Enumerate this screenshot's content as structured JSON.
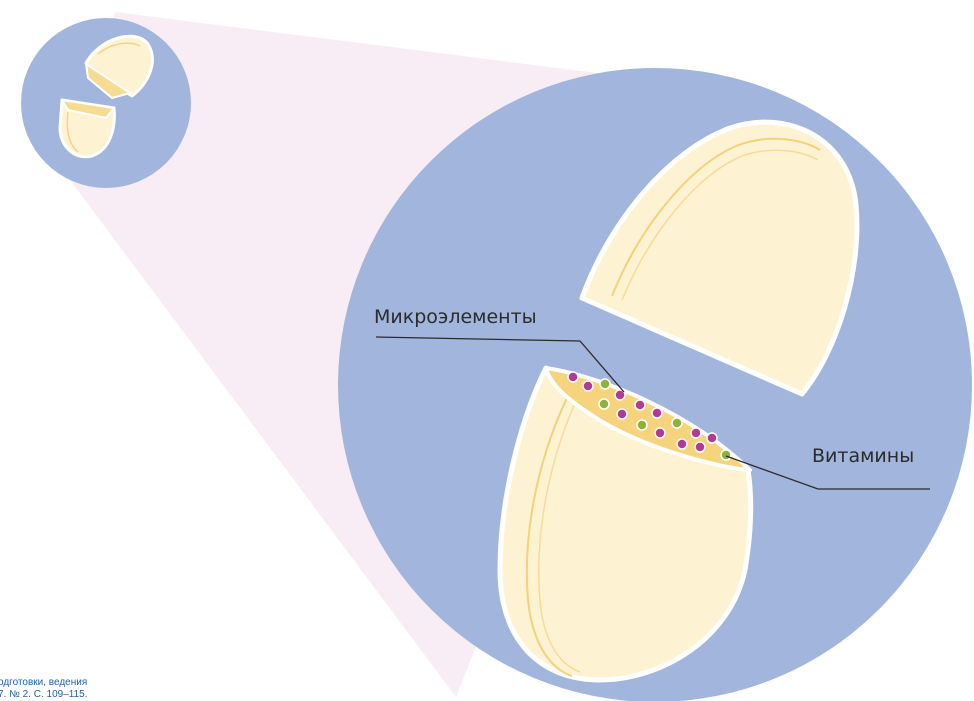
{
  "labels": {
    "microelements": "Микроэлементы",
    "vitamins": "Витамины"
  },
  "footnote": {
    "line1": "одготовки, ведения",
    "line2": "7. № 2. С. 109–115."
  },
  "colors": {
    "circle_fill": "#a1b5dd",
    "cone_fill": "#f8edf4",
    "tablet_fill": "#fdf3d3",
    "tablet_edge": "#f6dc93",
    "tablet_outline": "#ffffff",
    "cut_surface": "#f5d47d",
    "particle_purple": "#b23a93",
    "particle_green": "#8fb33a",
    "leader_line": "#2b2b2b"
  },
  "icons": {
    "particles": "vitamin-and-microelement-dots"
  }
}
